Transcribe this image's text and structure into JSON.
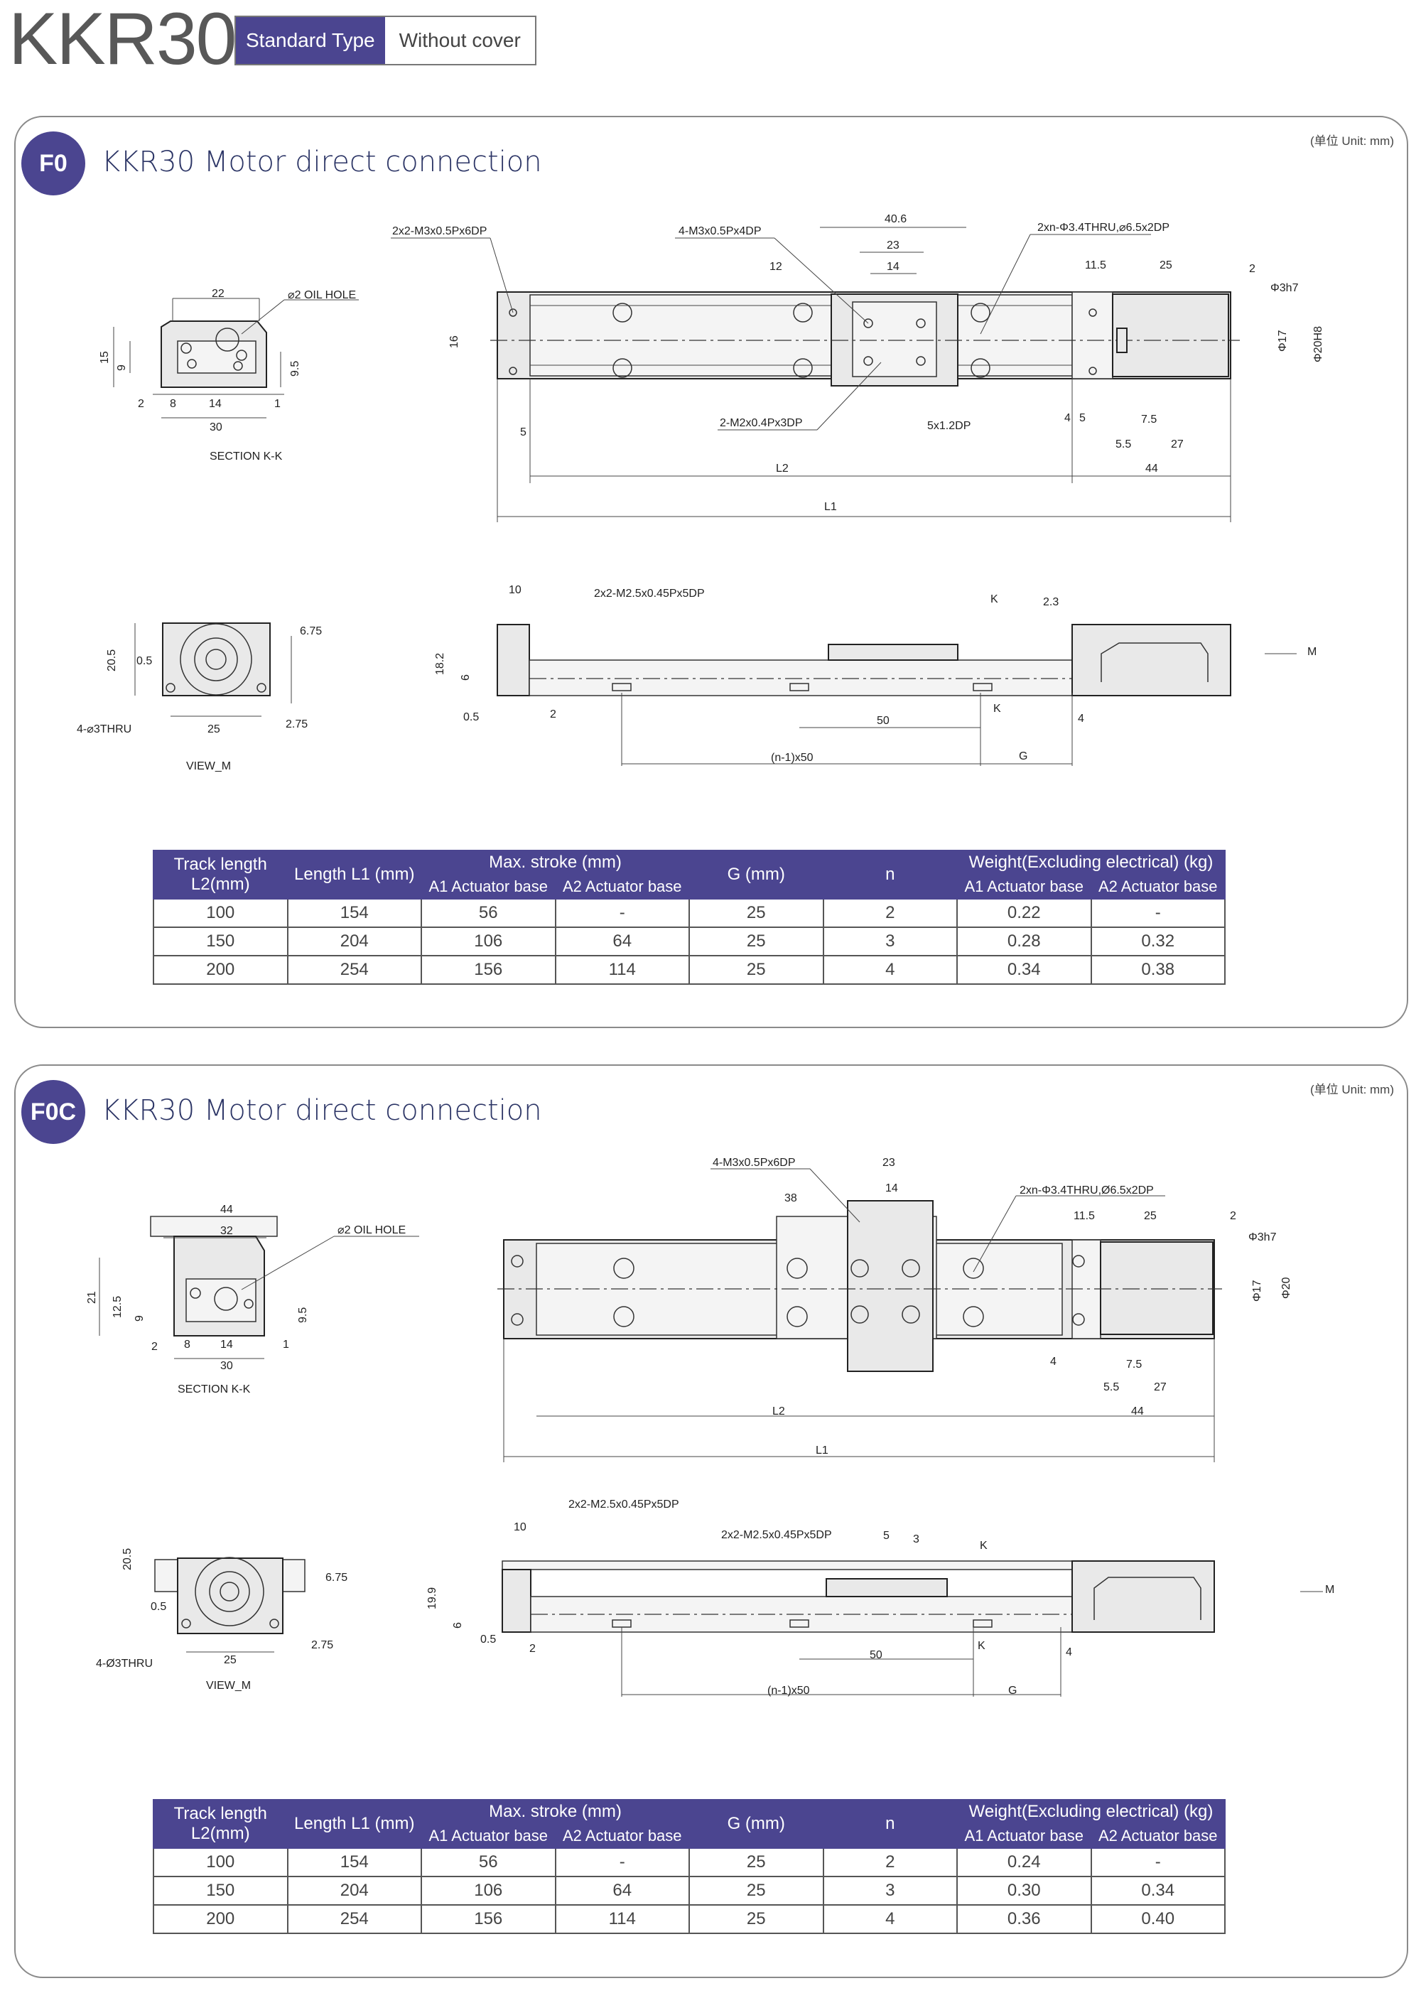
{
  "header": {
    "title": "KKR30",
    "type_label": "Standard Type",
    "variant_label": "Without cover"
  },
  "colors": {
    "accent": "#4b4590",
    "title_text": "#2c3566"
  },
  "sections": [
    {
      "badge": "F0",
      "title": "KKR30 Motor direct connection",
      "unit": "(单位 Unit: mm)",
      "section_labels": [
        "SECTION K-K",
        "22",
        "⌀2 OIL HOLE",
        "15",
        "9",
        "9.5",
        "2",
        "8",
        "14",
        "1",
        "30"
      ],
      "top_labels": [
        "2x2-M3x0.5Px6DP",
        "4-M3x0.5Px4DP",
        "40.6",
        "23",
        "14",
        "12",
        "2xn-Φ3.4THRU,⌀6.5x2DP",
        "11.5",
        "25",
        "2",
        "Φ3h7",
        "16",
        "Φ17",
        "Φ20H8",
        "2-M2x0.4Px3DP",
        "5x1.2DP",
        "4",
        "5",
        "7.5",
        "5.5",
        "27",
        "5",
        "L2",
        "44",
        "L1"
      ],
      "view_labels": [
        "20.5",
        "0.5",
        "6.75",
        "4-⌀3THRU",
        "25",
        "2.75",
        "VIEW_M"
      ],
      "side_labels": [
        "10",
        "2x2-M2.5x0.45Px5DP",
        "K",
        "2.3",
        "M",
        "18.2",
        "6",
        "0.5",
        "2",
        "50",
        "K",
        "4",
        "(n-1)x50",
        "G"
      ],
      "table": {
        "headers": {
          "track": "Track length L2(mm)",
          "length": "Length L1 (mm)",
          "stroke": "Max. stroke (mm)",
          "g": "G (mm)",
          "n": "n",
          "weight": "Weight(Excluding electrical) (kg)",
          "a1": "A1 Actuator base",
          "a2": "A2 Actuator base"
        },
        "rows": [
          [
            "100",
            "154",
            "56",
            "-",
            "25",
            "2",
            "0.22",
            "-"
          ],
          [
            "150",
            "204",
            "106",
            "64",
            "25",
            "3",
            "0.28",
            "0.32"
          ],
          [
            "200",
            "254",
            "156",
            "114",
            "25",
            "4",
            "0.34",
            "0.38"
          ]
        ]
      }
    },
    {
      "badge": "F0C",
      "title": "KKR30 Motor direct connection",
      "unit": "(单位 Unit: mm)",
      "section_labels": [
        "SECTION K-K",
        "44",
        "32",
        "⌀2 OIL HOLE",
        "21",
        "12.5",
        "9",
        "9.5",
        "2",
        "8",
        "14",
        "1",
        "30"
      ],
      "top_labels": [
        "4-M3x0.5Px6DP",
        "23",
        "38",
        "14",
        "2xn-Φ3.4THRU,Ø6.5x2DP",
        "11.5",
        "25",
        "2",
        "Φ3h7",
        "Φ17",
        "Φ20",
        "4",
        "7.5",
        "5.5",
        "27",
        "L2",
        "44",
        "L1"
      ],
      "view_labels": [
        "20.5",
        "6.75",
        "0.5",
        "4-Ø3THRU",
        "25",
        "2.75",
        "VIEW_M"
      ],
      "side_labels": [
        "2x2-M2.5x0.45Px5DP",
        "10",
        "2x2-M2.5x0.45Px5DP",
        "5",
        "3",
        "K",
        "M",
        "19.9",
        "6",
        "0.5",
        "2",
        "50",
        "K",
        "4",
        "(n-1)x50",
        "G"
      ],
      "table": {
        "headers": {
          "track": "Track length L2(mm)",
          "length": "Length L1 (mm)",
          "stroke": "Max. stroke (mm)",
          "g": "G (mm)",
          "n": "n",
          "weight": "Weight(Excluding electrical) (kg)",
          "a1": "A1 Actuator base",
          "a2": "A2 Actuator base"
        },
        "rows": [
          [
            "100",
            "154",
            "56",
            "-",
            "25",
            "2",
            "0.24",
            "-"
          ],
          [
            "150",
            "204",
            "106",
            "64",
            "25",
            "3",
            "0.30",
            "0.34"
          ],
          [
            "200",
            "254",
            "156",
            "114",
            "25",
            "4",
            "0.36",
            "0.40"
          ]
        ]
      }
    }
  ]
}
